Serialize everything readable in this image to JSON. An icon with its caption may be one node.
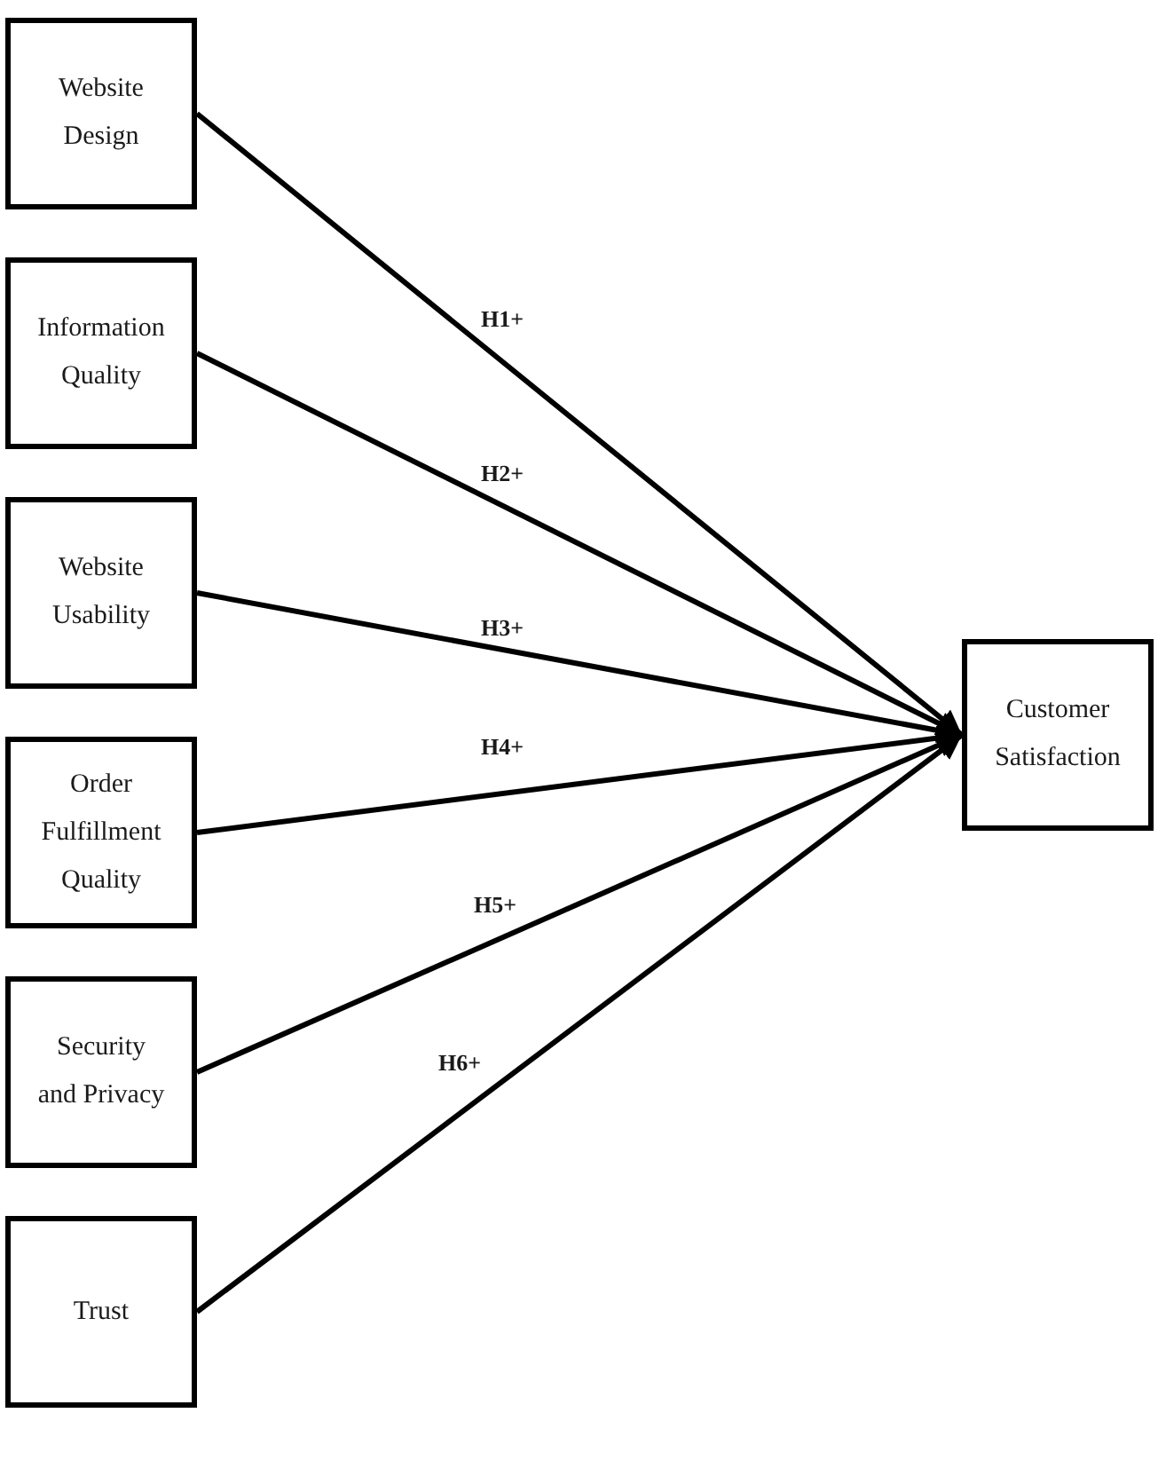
{
  "diagram": {
    "nodes": [
      {
        "text": [
          "Website Design"
        ]
      },
      {
        "text": [
          "Information Quality"
        ]
      },
      {
        "text": [
          "Website Usability"
        ]
      },
      {
        "text": [
          "Order Fulfillment Quality"
        ]
      },
      {
        "text": [
          "Security and Privacy"
        ]
      },
      {
        "text": [
          "Trust"
        ]
      },
      {
        "text": [
          "Customer Satisfaction"
        ]
      }
    ],
    "edges": [
      {
        "from": 0,
        "to": 6,
        "arrow": "to",
        "label": "H1+"
      },
      {
        "from": 1,
        "to": 6,
        "arrow": "to",
        "label": "H2+"
      },
      {
        "from": 2,
        "to": 6,
        "arrow": "to",
        "label": "H3+"
      },
      {
        "from": 3,
        "to": 6,
        "arrow": "to",
        "label": "H4+"
      },
      {
        "from": 4,
        "to": 6,
        "arrow": "to",
        "label": "H5+"
      },
      {
        "from": 5,
        "to": 6,
        "arrow": "to",
        "label": "H6+"
      }
    ]
  }
}
